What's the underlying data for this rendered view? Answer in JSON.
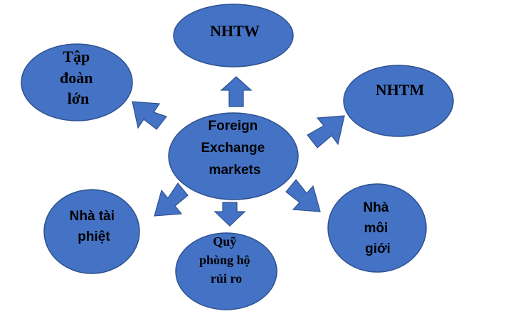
{
  "diagram": {
    "center": {
      "lines": [
        "Foreign",
        "Exchange",
        "markets"
      ]
    },
    "nodes": [
      {
        "id": "nhtw",
        "lines": [
          "NHTW"
        ]
      },
      {
        "id": "tap-doan-lon",
        "lines": [
          "Tập",
          "đoàn",
          "lớn"
        ]
      },
      {
        "id": "nhtm",
        "lines": [
          "NHTM"
        ]
      },
      {
        "id": "nha-tai-phiet",
        "lines": [
          "Nhà tài",
          "phiệt"
        ]
      },
      {
        "id": "quy-phong-ho-rui-ro",
        "lines": [
          "Quỹ",
          "phòng hộ",
          "rủi ro"
        ]
      },
      {
        "id": "nha-moi-gioi",
        "lines": [
          "Nhà",
          "môi",
          "giới"
        ]
      }
    ],
    "colors": {
      "fill": "#4472C4",
      "stroke": "#2F528F",
      "text": "#000000"
    }
  }
}
